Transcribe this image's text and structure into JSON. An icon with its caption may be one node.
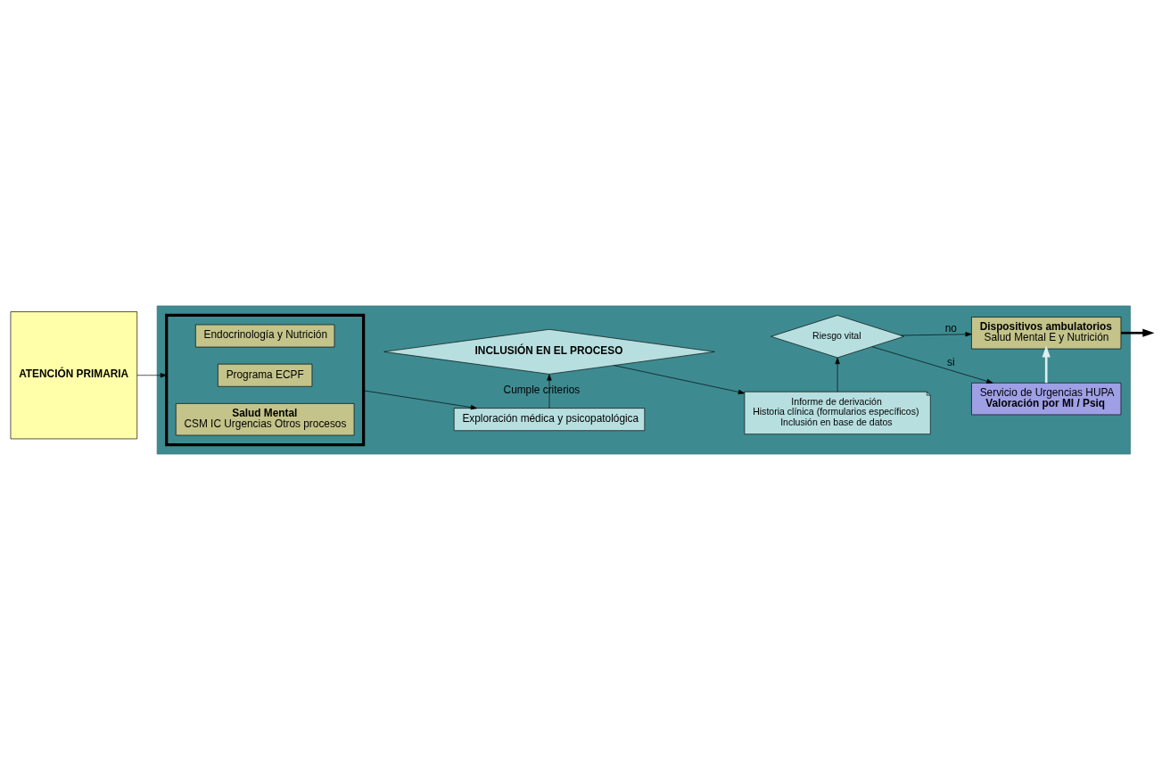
{
  "diagram": {
    "nodes": [
      {
        "text": [
          "ATENCIÓN PRIMARIA"
        ]
      },
      {
        "text": [],
        "shape": "box"
      },
      {
        "text": [],
        "shape": "box",
        "in": 1
      },
      {
        "text": [
          "Endocrinología y Nutrición"
        ],
        "in": 2
      },
      {
        "text": [
          "Programa ECPF"
        ],
        "in": 2
      },
      {
        "text": [
          "Salud Mental",
          "CSM IC Urgencias Otros procesos"
        ],
        "in": 2
      },
      {
        "text": [
          "Exploración médica y psicopatológica"
        ],
        "in": 1
      },
      {
        "text": [
          "INCLUSIÓN EN EL PROCESO"
        ],
        "in": 1
      },
      {
        "text": [
          "Informe de derivación",
          "Historia clínica (formularios específicos)",
          "Inclusión en base de datos"
        ],
        "in": 1
      },
      {
        "text": [
          "Riesgo vital"
        ],
        "in": 1
      },
      {
        "text": [
          "Servicio de Urgencias HUPA",
          "Valoración por MI / Psiq"
        ],
        "in": 1
      },
      {
        "text": [
          "Dispositivos ambulatorios",
          "Salud Mental E y Nutrición"
        ],
        "in": 1
      }
    ],
    "edges": [
      {
        "from": 0,
        "to": 2,
        "arrow": "to"
      },
      {
        "from": 2,
        "to": 6,
        "arrow": "to"
      },
      {
        "from": 6,
        "to": 7,
        "arrow": "to",
        "label": "Cumple criterios"
      },
      {
        "from": 7,
        "to": 8,
        "arrow": "to"
      },
      {
        "from": 8,
        "to": 9,
        "arrow": "to"
      },
      {
        "from": 9,
        "to": 10,
        "arrow": "to",
        "label": "si"
      },
      {
        "from": 9,
        "to": 11,
        "arrow": "to",
        "label": "no"
      },
      {
        "from": 10,
        "to": 11,
        "arrow": "to",
        "style": "thick",
        "color": "#dfeeee"
      },
      {
        "from": 11,
        "to": null,
        "arrow": "to",
        "style": "thick"
      }
    ]
  }
}
